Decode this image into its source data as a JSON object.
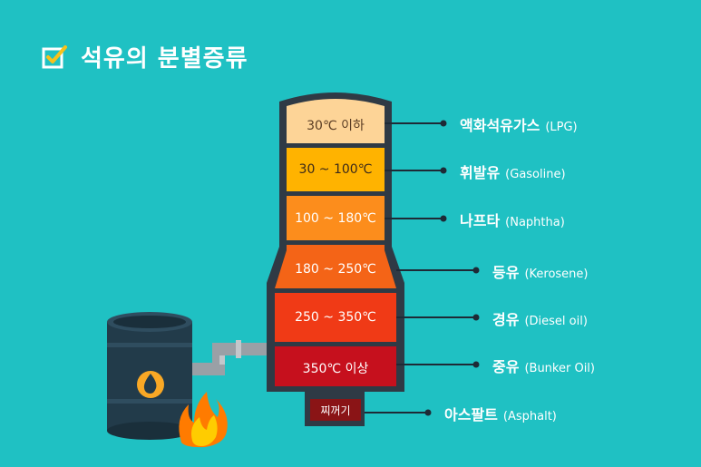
{
  "title": "석유의 분별증류",
  "colors": {
    "background": "#1fc1c3",
    "column_frame": "#2f3a45",
    "check_yellow": "#f7c21b"
  },
  "fractions": [
    {
      "temp": "30℃ 이하",
      "name": "액화석유가스",
      "en": "(LPG)",
      "color": "#fdd497",
      "text_color": "#5a3d24"
    },
    {
      "temp": "30 ~ 100℃",
      "name": "휘발유",
      "en": "(Gasoline)",
      "color": "#ffb300",
      "text_color": "#3b2a1a"
    },
    {
      "temp": "100 ~ 180℃",
      "name": "나프타",
      "en": "(Naphtha)",
      "color": "#fc8d1c",
      "text_color": "#ffffff"
    },
    {
      "temp": "180 ~ 250℃",
      "name": "등유",
      "en": "(Kerosene)",
      "color": "#f46417",
      "text_color": "#ffffff"
    },
    {
      "temp": "250 ~ 350℃",
      "name": "경유",
      "en": "(Diesel oil)",
      "color": "#f03a16",
      "text_color": "#ffffff"
    },
    {
      "temp": "350℃ 이상",
      "name": "중유",
      "en": "(Bunker Oil)",
      "color": "#c6101d",
      "text_color": "#ffffff"
    }
  ],
  "residue": {
    "label": "찌꺼기",
    "name": "아스팔트",
    "en": "(Asphalt)",
    "color": "#8a1416"
  },
  "icons": [
    "checkbox-icon",
    "oil-barrel-icon",
    "oil-drop-icon",
    "fire-icon",
    "pipe-icon"
  ]
}
